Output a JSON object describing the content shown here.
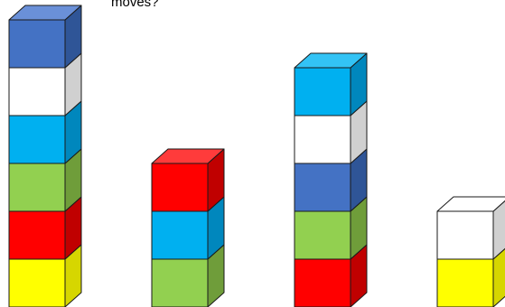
{
  "caption": "moves?",
  "colors": {
    "blue": {
      "front": "#4472c4",
      "top": "#6a90d8",
      "side": "#2f5597"
    },
    "white": {
      "front": "#ffffff",
      "top": "#ffffff",
      "side": "#d0d0d0"
    },
    "cyan": {
      "front": "#00b0f0",
      "top": "#33c3f5",
      "side": "#0087bd"
    },
    "green": {
      "front": "#92d050",
      "top": "#a9dc72",
      "side": "#6f9d3a"
    },
    "red": {
      "front": "#ff0000",
      "top": "#ff3b3b",
      "side": "#c00000"
    },
    "yellow": {
      "front": "#ffff00",
      "top": "#ffff55",
      "side": "#d6d600"
    }
  },
  "stacks": [
    {
      "name": "stack-1",
      "blocks_bottom_to_top": [
        "yellow",
        "red",
        "green",
        "cyan",
        "white",
        "blue"
      ]
    },
    {
      "name": "stack-2",
      "blocks_bottom_to_top": [
        "green",
        "cyan",
        "red"
      ]
    },
    {
      "name": "stack-3",
      "blocks_bottom_to_top": [
        "red",
        "green",
        "blue",
        "white",
        "cyan"
      ]
    },
    {
      "name": "stack-4",
      "blocks_bottom_to_top": [
        "yellow",
        "white"
      ]
    }
  ]
}
